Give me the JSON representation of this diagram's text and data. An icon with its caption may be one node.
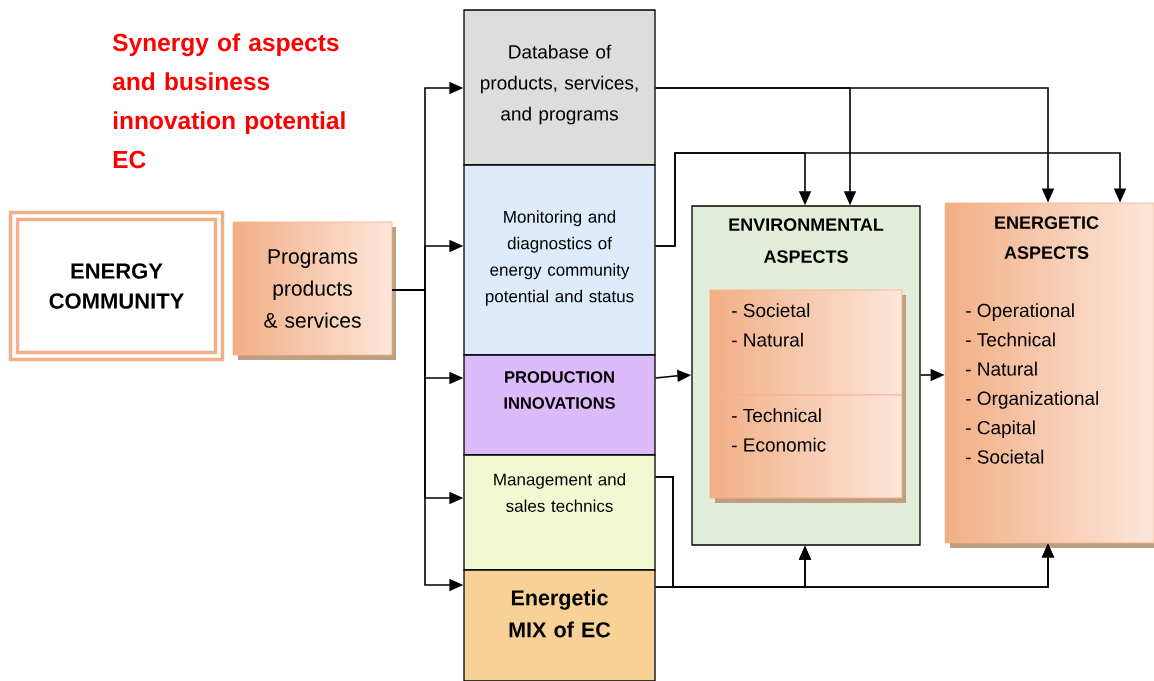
{
  "diagram": {
    "title": "Synergy of aspects and business innovation potential EC",
    "nodes": [
      {
        "text": [
          "ENERGY COMMUNITY"
        ]
      },
      {
        "text": [
          "Programs products & services"
        ]
      },
      {
        "text": [
          "Database of products, services, and programs"
        ]
      },
      {
        "text": [
          "Monitoring and diagnostics of energy community potential and status"
        ]
      },
      {
        "text": [
          "PRODUCTION INNOVATIONS"
        ]
      },
      {
        "text": [
          "Management and sales technics"
        ]
      },
      {
        "text": [
          "Energetic MIX of EC"
        ]
      },
      {
        "text": [
          "ENVIRONMENTAL ASPECTS"
        ]
      },
      {
        "text": [
          "- Societal",
          "- Natural"
        ],
        "in": 7
      },
      {
        "text": [
          "- Technical",
          "- Economic"
        ],
        "in": 7
      },
      {
        "text": [
          "ENERGETIC ASPECTS",
          "- Operational",
          "- Technical",
          "- Natural",
          "- Organizational",
          "- Capital",
          "- Societal"
        ]
      }
    ],
    "edges": [
      {
        "from": 1,
        "to": 2,
        "arrow": "to"
      },
      {
        "from": 1,
        "to": 3,
        "arrow": "to"
      },
      {
        "from": 1,
        "to": 4,
        "arrow": "to"
      },
      {
        "from": 1,
        "to": 5,
        "arrow": "to"
      },
      {
        "from": 1,
        "to": 6,
        "arrow": "to"
      },
      {
        "from": 2,
        "to": 7,
        "arrow": "to"
      },
      {
        "from": 2,
        "to": 10,
        "arrow": "to"
      },
      {
        "from": 3,
        "to": 7,
        "arrow": "to"
      },
      {
        "from": 3,
        "to": 10,
        "arrow": "to"
      },
      {
        "from": 4,
        "to": 7,
        "arrow": "to"
      },
      {
        "from": 7,
        "to": 10,
        "arrow": "to"
      },
      {
        "from": 5,
        "to": 7,
        "arrow": "to"
      },
      {
        "from": 5,
        "to": 10,
        "arrow": "to"
      },
      {
        "from": 6,
        "to": 7,
        "arrow": "to"
      },
      {
        "from": 6,
        "to": 10,
        "arrow": "to"
      }
    ]
  }
}
